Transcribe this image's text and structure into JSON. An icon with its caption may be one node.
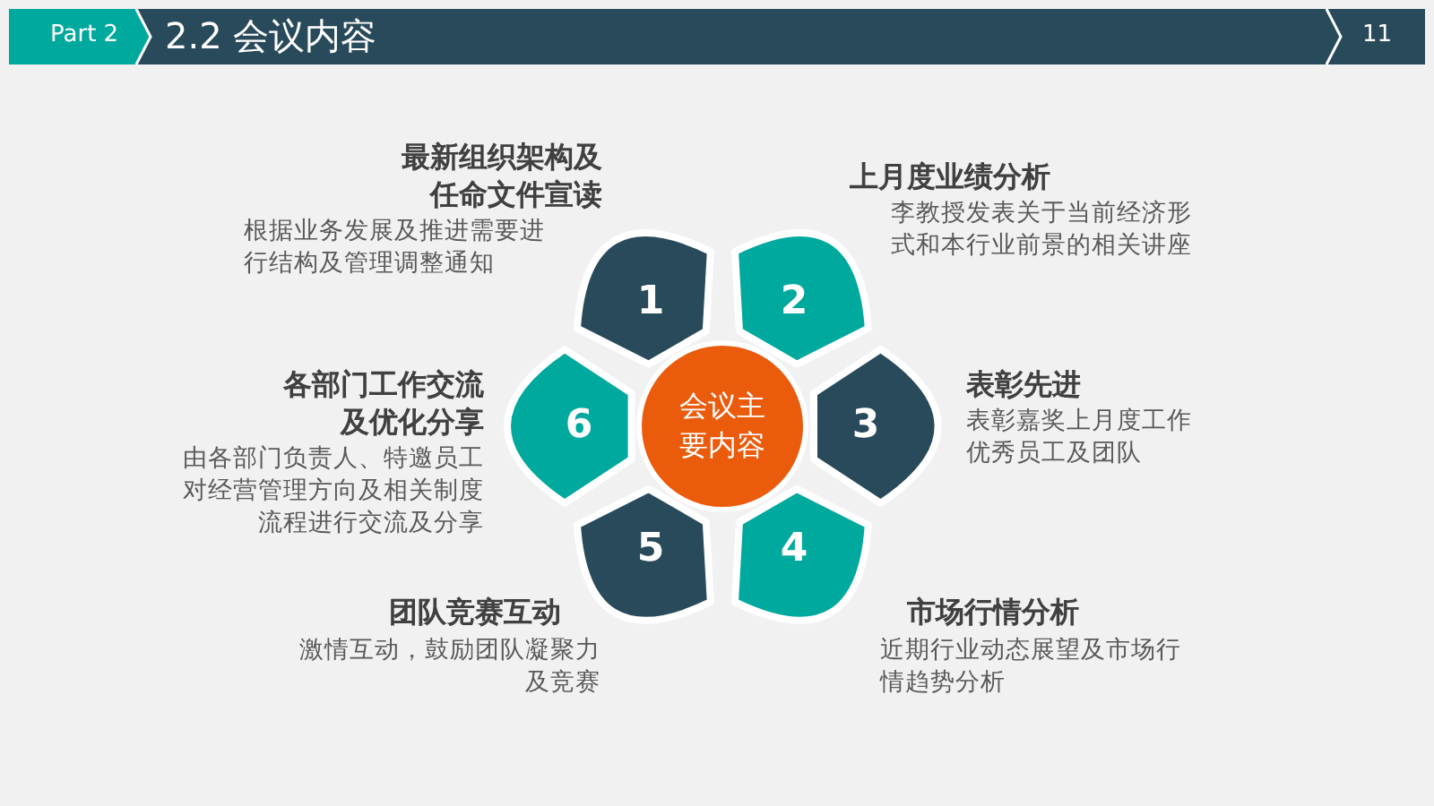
{
  "diagram": {
    "title": "2.2 会议内容",
    "nodes": [
      {
        "text": [
          "会议主要内容"
        ]
      },
      {
        "text": [
          "1"
        ],
        "beside": [
          "最新组织架构及任命文件宣读",
          "根据业务发展及推进需要进行结构及管理调整通知"
        ]
      },
      {
        "text": [
          "2"
        ],
        "beside": [
          "上月度业绩分析",
          "李教授发表关于当前经济形式和本行业前景的相关讲座"
        ]
      },
      {
        "text": [
          "3"
        ],
        "beside": [
          "表彰先进",
          "表彰嘉奖上月度工作优秀员工及团队"
        ]
      },
      {
        "text": [
          "4"
        ],
        "beside": [
          "市场行情分析",
          "近期行业动态展望及市场行情趋势分析"
        ]
      },
      {
        "text": [
          "5"
        ],
        "beside": [
          "团队竞赛互动",
          "激情互动，鼓励团队凝聚力及竞赛"
        ]
      },
      {
        "text": [
          "6"
        ],
        "beside": [
          "各部门工作交流及优化分享",
          "由各部门负责人、特邀员工对经营管理方向及相关制度流程进行交流及分享"
        ]
      }
    ],
    "edges": [],
    "labels": [
      "Part 2",
      "11"
    ]
  }
}
